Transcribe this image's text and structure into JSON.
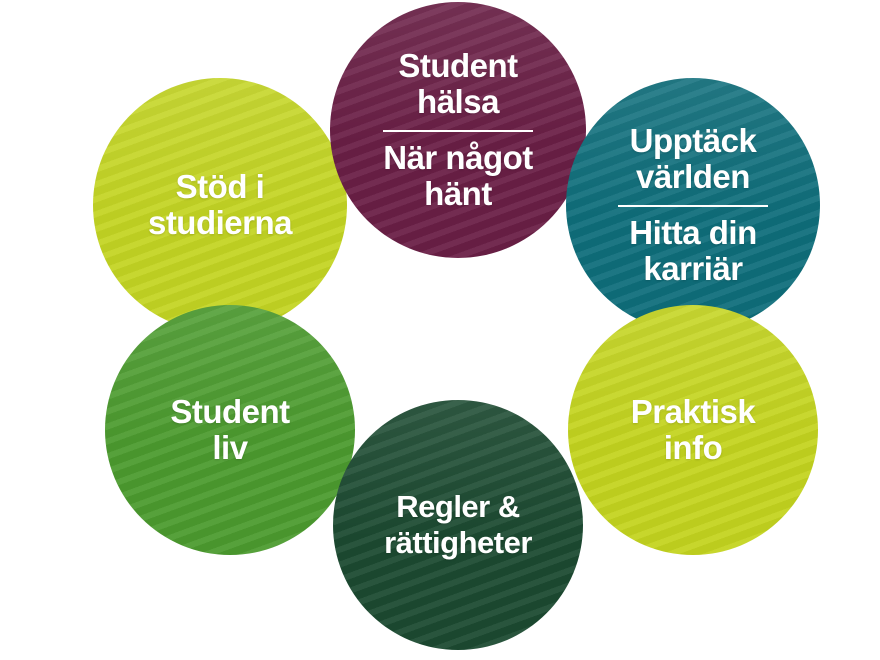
{
  "circles": [
    {
      "lines": [
        "Stöd i",
        "studierna"
      ],
      "color": "#c4d523"
    },
    {
      "top": [
        "Student",
        "hälsa"
      ],
      "bottom": [
        "När något",
        "hänt"
      ],
      "color": "#6a1f46"
    },
    {
      "top": [
        "Upptäck",
        "världen"
      ],
      "bottom": [
        "Hitta din",
        "karriär"
      ],
      "color": "#0f6e7b"
    },
    {
      "lines": [
        "Student",
        "liv"
      ],
      "color": "#4c9b2f"
    },
    {
      "lines": [
        "Regler &",
        "rättigheter"
      ],
      "color": "#1c4a31"
    },
    {
      "lines": [
        "Praktisk",
        "info"
      ],
      "color": "#c4d41f"
    }
  ]
}
